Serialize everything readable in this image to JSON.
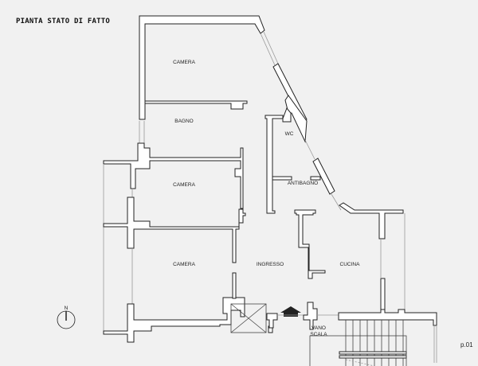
{
  "title": "PIANTA STATO DI FATTO",
  "page_number": "p.01",
  "north_label": "N",
  "rooms": {
    "camera_top": "CAMERA",
    "bagno": "BAGNO",
    "wc": "WC",
    "camera_mid": "CAMERA",
    "antibagno": "ANTIBAGNO",
    "camera_bottom": "CAMERA",
    "ingresso": "INGRESSO",
    "cucina": "CUCINA",
    "vano_scala_1": "VANO",
    "vano_scala_2": "SCALA"
  },
  "colors": {
    "wall_fill": "#ffffff",
    "wall_stroke": "#222222",
    "background": "#f1f1f1",
    "entry_arrow": "#222222"
  }
}
